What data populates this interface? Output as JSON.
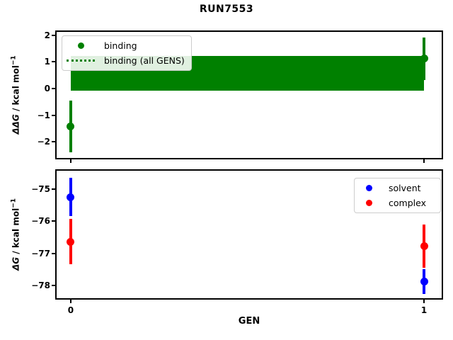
{
  "suptitle": "RUN7553",
  "colors": {
    "binding_green": "#008000",
    "solvent_blue": "#0000ff",
    "complex_red": "#ff0000",
    "legend_border": "#cccccc",
    "axis_black": "#000000"
  },
  "chart_data": [
    {
      "type": "scatter",
      "subplot": "top",
      "title": "",
      "xlabel": "",
      "ylabel": {
        "prefix": "ΔΔG",
        "mid": " / kcal mol",
        "sup": "−1"
      },
      "xlim": [
        -0.04,
        1.05
      ],
      "ylim": [
        -2.61,
        2.13
      ],
      "xticks": [
        0,
        1
      ],
      "yticks": [
        2,
        1,
        0,
        -1,
        -2
      ],
      "show_xticklabels": false,
      "grid": false,
      "band": {
        "label": "binding (all GENS)",
        "x": [
          0,
          1
        ],
        "y_low": -0.08,
        "y_high": 1.23,
        "center": 0.57,
        "color": "#008000",
        "linestyle": "dotted"
      },
      "series": [
        {
          "name": "binding",
          "color": "#008000",
          "marker": "circle",
          "x": [
            0,
            1
          ],
          "y": [
            -1.43,
            1.12
          ],
          "yerr": [
            0.97,
            0.8
          ]
        }
      ],
      "legend": {
        "position": "upper-left",
        "entries": [
          {
            "label": "binding",
            "swatch": "circle",
            "color": "#008000"
          },
          {
            "label": "binding (all GENS)",
            "swatch": "dotted-line",
            "color": "#008000"
          }
        ]
      }
    },
    {
      "type": "scatter",
      "subplot": "bottom",
      "title": "",
      "xlabel": "GEN",
      "ylabel": {
        "prefix": "ΔG",
        "mid": " / kcal mol",
        "sup": "−1"
      },
      "xlim": [
        -0.04,
        1.05
      ],
      "ylim": [
        -78.4,
        -74.43
      ],
      "xticks": [
        0,
        1
      ],
      "yticks": [
        -75,
        -76,
        -77,
        -78
      ],
      "show_xticklabels": true,
      "grid": false,
      "series": [
        {
          "name": "solvent",
          "color": "#0000ff",
          "marker": "circle",
          "x": [
            0,
            1
          ],
          "y": [
            -75.25,
            -77.88
          ],
          "yerr": [
            0.6,
            0.38
          ]
        },
        {
          "name": "complex",
          "color": "#ff0000",
          "marker": "circle",
          "x": [
            0,
            1
          ],
          "y": [
            -76.64,
            -76.78
          ],
          "yerr": [
            0.7,
            0.68
          ]
        }
      ],
      "legend": {
        "position": "upper-right",
        "entries": [
          {
            "label": "solvent",
            "swatch": "circle",
            "color": "#0000ff"
          },
          {
            "label": "complex",
            "swatch": "circle",
            "color": "#ff0000"
          }
        ]
      }
    }
  ]
}
